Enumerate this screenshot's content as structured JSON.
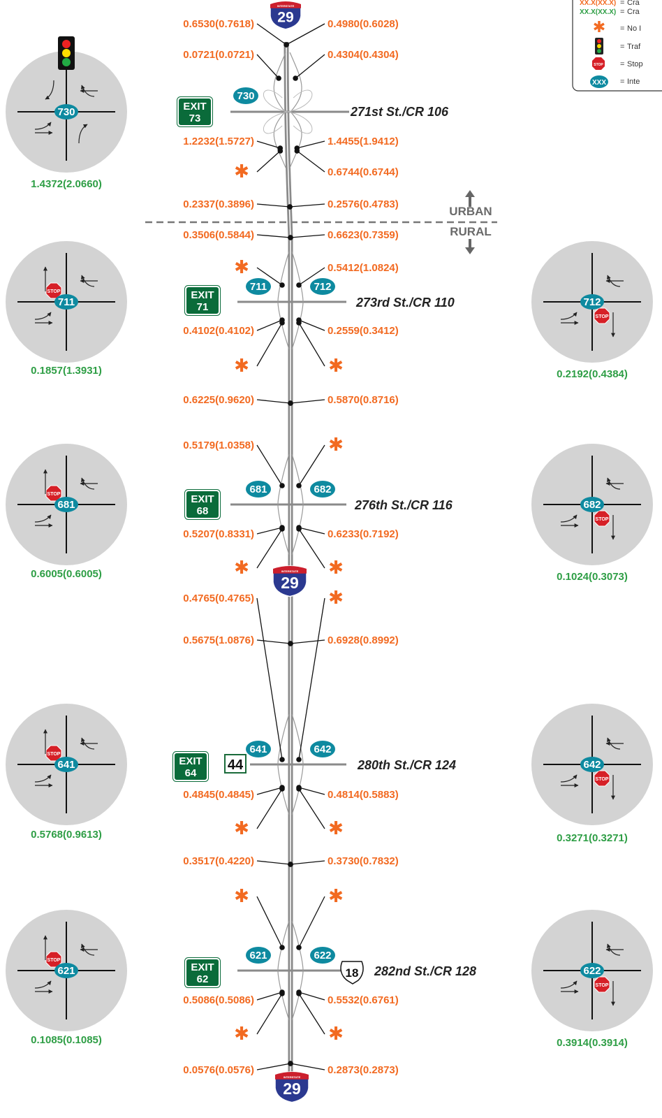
{
  "zones": {
    "urban": "URBAN",
    "rural": "RURAL"
  },
  "legend": {
    "items": [
      {
        "sample": "XX.X(XX.X)",
        "sample_color": "#f26a21",
        "label": "Cra"
      },
      {
        "sample": "XX.X(XX.X)",
        "sample_color": "#2e9e45",
        "label": "Cra"
      },
      {
        "icon": "asterisk",
        "label": "No I"
      },
      {
        "icon": "traffic-signal",
        "label": "Traf"
      },
      {
        "icon": "stop-sign",
        "label": "Stop"
      },
      {
        "icon": "interchange-badge",
        "label": "Inte",
        "badge": "XXX"
      }
    ]
  },
  "shields": {
    "interstate_label": "INTERSTATE",
    "number": "29"
  },
  "us_route": "18",
  "state_route": "44",
  "stop_text": "STOP",
  "colors": {
    "segment": "#f26a21",
    "intersection": "#2e9e45",
    "badge": "#0e8aa0",
    "exit_sign": "#0a6b3a",
    "shield_blue": "#2b3990",
    "shield_red": "#cc1f2d"
  },
  "interchanges": [
    {
      "street": "271st St./CR 106",
      "exit_label": "EXIT",
      "exit_number": "73",
      "badges": [
        "730"
      ]
    },
    {
      "street": "273rd St./CR 110",
      "exit_label": "EXIT",
      "exit_number": "71",
      "badges": [
        "711",
        "712"
      ]
    },
    {
      "street": "276th St./CR 116",
      "exit_label": "EXIT",
      "exit_number": "68",
      "badges": [
        "681",
        "682"
      ]
    },
    {
      "street": "280th St./CR 124",
      "exit_label": "EXIT",
      "exit_number": "64",
      "badges": [
        "641",
        "642"
      ]
    },
    {
      "street": "282nd St./CR 128",
      "exit_label": "EXIT",
      "exit_number": "62",
      "badges": [
        "621",
        "622"
      ]
    }
  ],
  "segments": [
    {
      "side": "L",
      "value": "0.6530(0.7618)"
    },
    {
      "side": "R",
      "value": "0.4980(0.6028)"
    },
    {
      "side": "L",
      "value": "0.0721(0.0721)"
    },
    {
      "side": "R",
      "value": "0.4304(0.4304)"
    },
    {
      "side": "L",
      "value": "1.2232(1.5727)"
    },
    {
      "side": "R",
      "value": "1.4455(1.9412)"
    },
    {
      "side": "L",
      "value": "*"
    },
    {
      "side": "R",
      "value": "0.6744(0.6744)"
    },
    {
      "side": "L",
      "value": "0.2337(0.3896)"
    },
    {
      "side": "R",
      "value": "0.2576(0.4783)"
    },
    {
      "side": "L",
      "value": "0.3506(0.5844)"
    },
    {
      "side": "R",
      "value": "0.6623(0.7359)"
    },
    {
      "side": "L",
      "value": "*"
    },
    {
      "side": "R",
      "value": "0.5412(1.0824)"
    },
    {
      "side": "L",
      "value": "0.4102(0.4102)"
    },
    {
      "side": "R",
      "value": "0.2559(0.3412)"
    },
    {
      "side": "L",
      "value": "*"
    },
    {
      "side": "R",
      "value": "*"
    },
    {
      "side": "L",
      "value": "0.6225(0.9620)"
    },
    {
      "side": "R",
      "value": "0.5870(0.8716)"
    },
    {
      "side": "L",
      "value": "0.5179(1.0358)"
    },
    {
      "side": "R",
      "value": "*"
    },
    {
      "side": "L",
      "value": "0.5207(0.8331)"
    },
    {
      "side": "R",
      "value": "0.6233(0.7192)"
    },
    {
      "side": "L",
      "value": "*"
    },
    {
      "side": "R",
      "value": "*"
    },
    {
      "side": "L",
      "value": "0.5675(1.0876)"
    },
    {
      "side": "R",
      "value": "0.6928(0.8992)"
    },
    {
      "side": "L",
      "value": "0.4765(0.4765)"
    },
    {
      "side": "R",
      "value": "*"
    },
    {
      "side": "L",
      "value": "0.4845(0.4845)"
    },
    {
      "side": "R",
      "value": "0.4814(0.5883)"
    },
    {
      "side": "L",
      "value": "*"
    },
    {
      "side": "R",
      "value": "*"
    },
    {
      "side": "L",
      "value": "0.3517(0.4220)"
    },
    {
      "side": "R",
      "value": "0.3730(0.7832)"
    },
    {
      "side": "L",
      "value": "*"
    },
    {
      "side": "R",
      "value": "*"
    },
    {
      "side": "L",
      "value": "0.5086(0.5086)"
    },
    {
      "side": "R",
      "value": "0.5532(0.6761)"
    },
    {
      "side": "L",
      "value": "*"
    },
    {
      "side": "R",
      "value": "*"
    },
    {
      "side": "L",
      "value": "0.0576(0.0576)"
    },
    {
      "side": "R",
      "value": "0.2873(0.2873)"
    }
  ],
  "intersections": [
    {
      "id": "730",
      "value": "1.4372(2.0660)",
      "control": "signal"
    },
    {
      "id": "711",
      "value": "0.1857(1.3931)",
      "control": "stop"
    },
    {
      "id": "712",
      "value": "0.2192(0.4384)",
      "control": "stop"
    },
    {
      "id": "681",
      "value": "0.6005(0.6005)",
      "control": "stop"
    },
    {
      "id": "682",
      "value": "0.1024(0.3073)",
      "control": "stop"
    },
    {
      "id": "641",
      "value": "0.5768(0.9613)",
      "control": "stop"
    },
    {
      "id": "642",
      "value": "0.3271(0.3271)",
      "control": "stop"
    },
    {
      "id": "621",
      "value": "0.1085(0.1085)",
      "control": "stop"
    },
    {
      "id": "622",
      "value": "0.3914(0.3914)",
      "control": "stop"
    }
  ]
}
